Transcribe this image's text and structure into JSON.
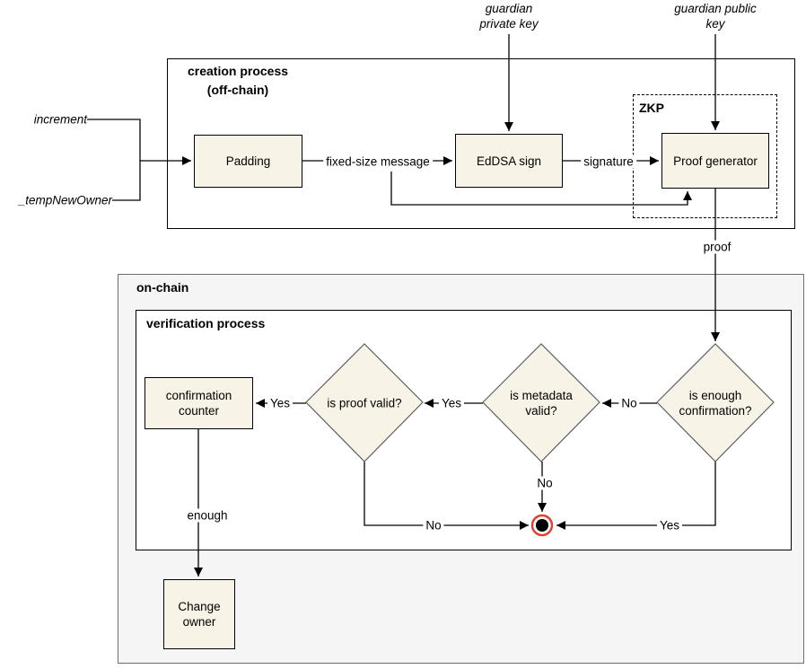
{
  "diagram_type": "flowchart",
  "colors": {
    "node_fill": "#f7f3e6",
    "node_border": "#000000",
    "diamond_border": "#5f5f5f",
    "onchain_fill": "#f5f5f5",
    "onchain_border": "#6e6e6e",
    "terminal_ring_red": "#e23d32",
    "terminal_core_black": "#000000",
    "line_color": "#000000",
    "background": "#ffffff"
  },
  "containers": {
    "creation_title": "creation process",
    "creation_subtitle": "(off-chain)",
    "zkp_title": "ZKP",
    "onchain_title": "on-chain",
    "verification_title": "verification process"
  },
  "inputs": {
    "increment": "increment",
    "temp_new_owner": "_tempNewOwner",
    "guardian_private_key_l1": "guardian",
    "guardian_private_key_l2": "private key",
    "guardian_public_key_l1": "guardian public",
    "guardian_public_key_l2": "key"
  },
  "nodes": {
    "padding": "Padding",
    "eddsa_sign": "EdDSA sign",
    "proof_generator": "Proof generator",
    "confirmation_counter_l1": "confirmation",
    "confirmation_counter_l2": "counter",
    "change_owner_l1": "Change",
    "change_owner_l2": "owner",
    "is_proof_valid": "is proof valid?",
    "is_metadata_valid_l1": "is metadata",
    "is_metadata_valid_l2": "valid?",
    "is_enough_confirmation_l1": "is enough",
    "is_enough_confirmation_l2": "confirmation?"
  },
  "edge_labels": {
    "fixed_size_message": "fixed-size message",
    "signature": "signature",
    "proof": "proof",
    "yes_to_counter": "Yes",
    "yes_to_proof_valid": "Yes",
    "no_to_metadata": "No",
    "no_metadata_down": "No",
    "no_proof_invalid": "No",
    "yes_enough": "Yes",
    "enough": "enough"
  }
}
